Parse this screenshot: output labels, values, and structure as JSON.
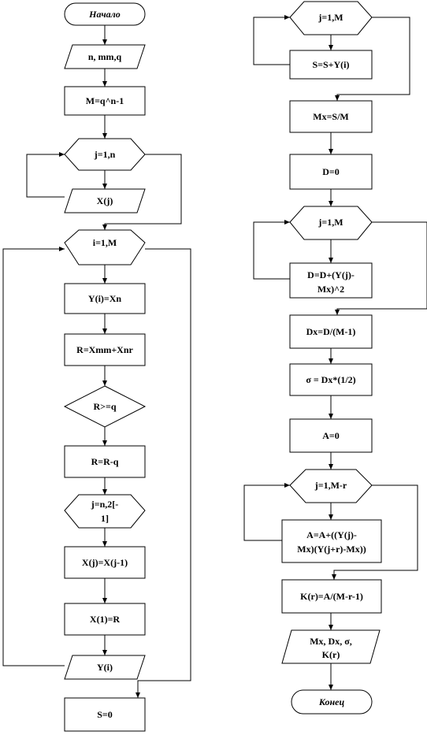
{
  "flowchart_left": {
    "start": "Начало",
    "input_params": "n, mm,q",
    "calc_m": "M=q^n-1",
    "loop_j_init": "j=1,n",
    "input_x": "X(j)",
    "loop_i": "i=1,M",
    "assign_y": "Y(i)=Xn",
    "calc_r": "R=Xmm+Xnr",
    "cond_r": "R>=q",
    "sub_r": "R=R-q",
    "loop_j_shift": [
      "j=n,2[-",
      "1]"
    ],
    "shift_x": "X(j)=X(j-1)",
    "set_x1": "X(1)=R",
    "output_y": "Y(i)",
    "init_s": "S=0"
  },
  "flowchart_right": {
    "loop_j_sum": "j=1,M",
    "sum_s": "S=S+Y(i)",
    "calc_mx": "Mx=S/M",
    "init_d": "D=0",
    "loop_j_var": "j=1,M",
    "sum_d": [
      "D=D+(Y(j)-",
      "Mx)^2"
    ],
    "calc_dx": "Dx=D/(M-1)",
    "calc_sigma": "σ = Dx*(1/2)",
    "init_a": "A=0",
    "loop_j_corr": "j=1,M-r",
    "sum_a": [
      "A=A+((Y(j)-",
      "Mx)(Y(j+r)-Mx))"
    ],
    "calc_k": "K(r)=A/(M-r-1)",
    "output_results": [
      "Mx, Dx, σ,",
      "K(r)"
    ],
    "end": "Конец"
  }
}
